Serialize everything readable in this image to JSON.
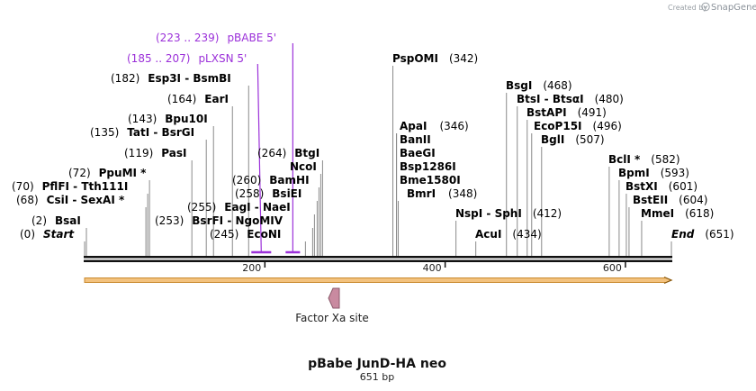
{
  "branding": {
    "created_by": "Created by",
    "product": "SnapGene"
  },
  "title": "pBabe JunD-HA neo",
  "length_label": "651 bp",
  "sequence_length": 651,
  "colors": {
    "backbone": "#111111",
    "site_line": "#8a8a8a",
    "primer": "#9b30d9",
    "feature_fill": "#f3c27e",
    "feature_stroke": "#c98a2e",
    "factor_xa": "#c98aa0"
  },
  "ticks": [
    {
      "label": "200",
      "pos": 200
    },
    {
      "label": "400",
      "pos": 400
    },
    {
      "label": "600",
      "pos": 600
    }
  ],
  "sites": [
    {
      "name": "Start",
      "pos_label": "(0)",
      "pos": 0,
      "italic": true,
      "star": false
    },
    {
      "name": "BsaI",
      "pos_label": "(2)",
      "pos": 2
    },
    {
      "name": "CsiI - SexAI *",
      "pos_label": "(68)",
      "pos": 68
    },
    {
      "name": "PflFI - Tth111I",
      "pos_label": "(70)",
      "pos": 70
    },
    {
      "name": "PpuMI *",
      "pos_label": "(72)",
      "pos": 72
    },
    {
      "name": "PasI",
      "pos_label": "(119)",
      "pos": 119
    },
    {
      "name": "TatI - BsrGI",
      "pos_label": "(135)",
      "pos": 135
    },
    {
      "name": "Bpu10I",
      "pos_label": "(143)",
      "pos": 143
    },
    {
      "name": "EarI",
      "pos_label": "(164)",
      "pos": 164
    },
    {
      "name": "Esp3I - BsmBI",
      "pos_label": "(182)",
      "pos": 182
    },
    {
      "name": "EcoNI",
      "pos_label": "(245)",
      "pos": 245
    },
    {
      "name": "BsrFI - NgoMIV",
      "pos_label": "(253)",
      "pos": 253
    },
    {
      "name": "EagI - NaeI",
      "pos_label": "(255)",
      "pos": 255
    },
    {
      "name": "BsiEI",
      "pos_label": "(258)",
      "pos": 258
    },
    {
      "name": "BamHI",
      "pos_label": "(260)",
      "pos": 260
    },
    {
      "name": "NcoI",
      "pos_label": "",
      "pos": 262
    },
    {
      "name": "BtgI",
      "pos_label": "(264)",
      "pos": 264
    },
    {
      "name": "PspOMI",
      "pos_label": "(342)",
      "pos": 342
    },
    {
      "name": "ApaI",
      "pos_label": "(346)",
      "pos": 346
    },
    {
      "name": "BanII",
      "pos_label": "",
      "pos": 346
    },
    {
      "name": "BaeGI",
      "pos_label": "",
      "pos": 346
    },
    {
      "name": "Bsp1286I",
      "pos_label": "",
      "pos": 346
    },
    {
      "name": "Bme1580I",
      "pos_label": "",
      "pos": 346
    },
    {
      "name": "BmrI",
      "pos_label": "(348)",
      "pos": 348
    },
    {
      "name": "NspI - SphI",
      "pos_label": "(412)",
      "pos": 412
    },
    {
      "name": "AcuI",
      "pos_label": "(434)",
      "pos": 434
    },
    {
      "name": "BsgI",
      "pos_label": "(468)",
      "pos": 468
    },
    {
      "name": "BtsI - BtsαI",
      "pos_label": "(480)",
      "pos": 480
    },
    {
      "name": "BstAPI",
      "pos_label": "(491)",
      "pos": 491
    },
    {
      "name": "EcoP15I",
      "pos_label": "(496)",
      "pos": 496
    },
    {
      "name": "BglI",
      "pos_label": "(507)",
      "pos": 507
    },
    {
      "name": "BclI *",
      "pos_label": "(582)",
      "pos": 582
    },
    {
      "name": "BpmI",
      "pos_label": "(593)",
      "pos": 593
    },
    {
      "name": "BstXI",
      "pos_label": "(601)",
      "pos": 601
    },
    {
      "name": "BstEII",
      "pos_label": "(604)",
      "pos": 604
    },
    {
      "name": "MmeI",
      "pos_label": "(618)",
      "pos": 618
    },
    {
      "name": "End",
      "pos_label": "(651)",
      "pos": 651,
      "italic": true
    }
  ],
  "primers": [
    {
      "name": "pBABE 5'",
      "range_label": "(223 .. 239)",
      "start": 223,
      "end": 239
    },
    {
      "name": "pLXSN 5'",
      "range_label": "(185 .. 207)",
      "start": 185,
      "end": 207
    }
  ],
  "features": [
    {
      "name": "Factor Xa site",
      "pos": 275
    }
  ]
}
